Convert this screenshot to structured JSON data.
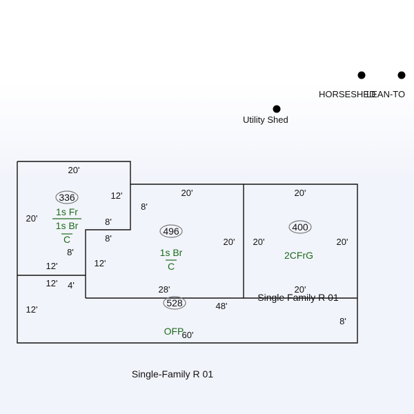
{
  "markers": [
    {
      "id": "horseshed",
      "label": "HORSESHED"
    },
    {
      "id": "leanto",
      "label": "LEAN-TO"
    },
    {
      "id": "utility",
      "label": "Utility Shed"
    }
  ],
  "areas": [
    {
      "id": "a336",
      "area": "336",
      "code1": "1s Fr",
      "code2": "1s Br",
      "code3": "C"
    },
    {
      "id": "a496",
      "area": "496",
      "code1": "1s Br",
      "code2": "C"
    },
    {
      "id": "a400",
      "area": "400",
      "code1": "2CFrG"
    },
    {
      "id": "a528",
      "area": "528",
      "code1": "OFP"
    }
  ],
  "dimensions": {
    "d1": "20'",
    "d2": "12'",
    "d3": "8'",
    "d4": "20'",
    "d5": "8'",
    "d6": "8'",
    "d7": "8'",
    "d8": "12'",
    "d9": "12'",
    "d10": "4'",
    "d11": "12'",
    "d12": "20'",
    "d13": "20'",
    "d14": "28'",
    "d15": "20'",
    "d16": "20'",
    "d17": "20'",
    "d18": "20'",
    "d19": "48'",
    "d20": "8'",
    "d21": "60'"
  },
  "labels": {
    "inner": "Single Family R 01",
    "footer": "Single-Family R 01"
  }
}
